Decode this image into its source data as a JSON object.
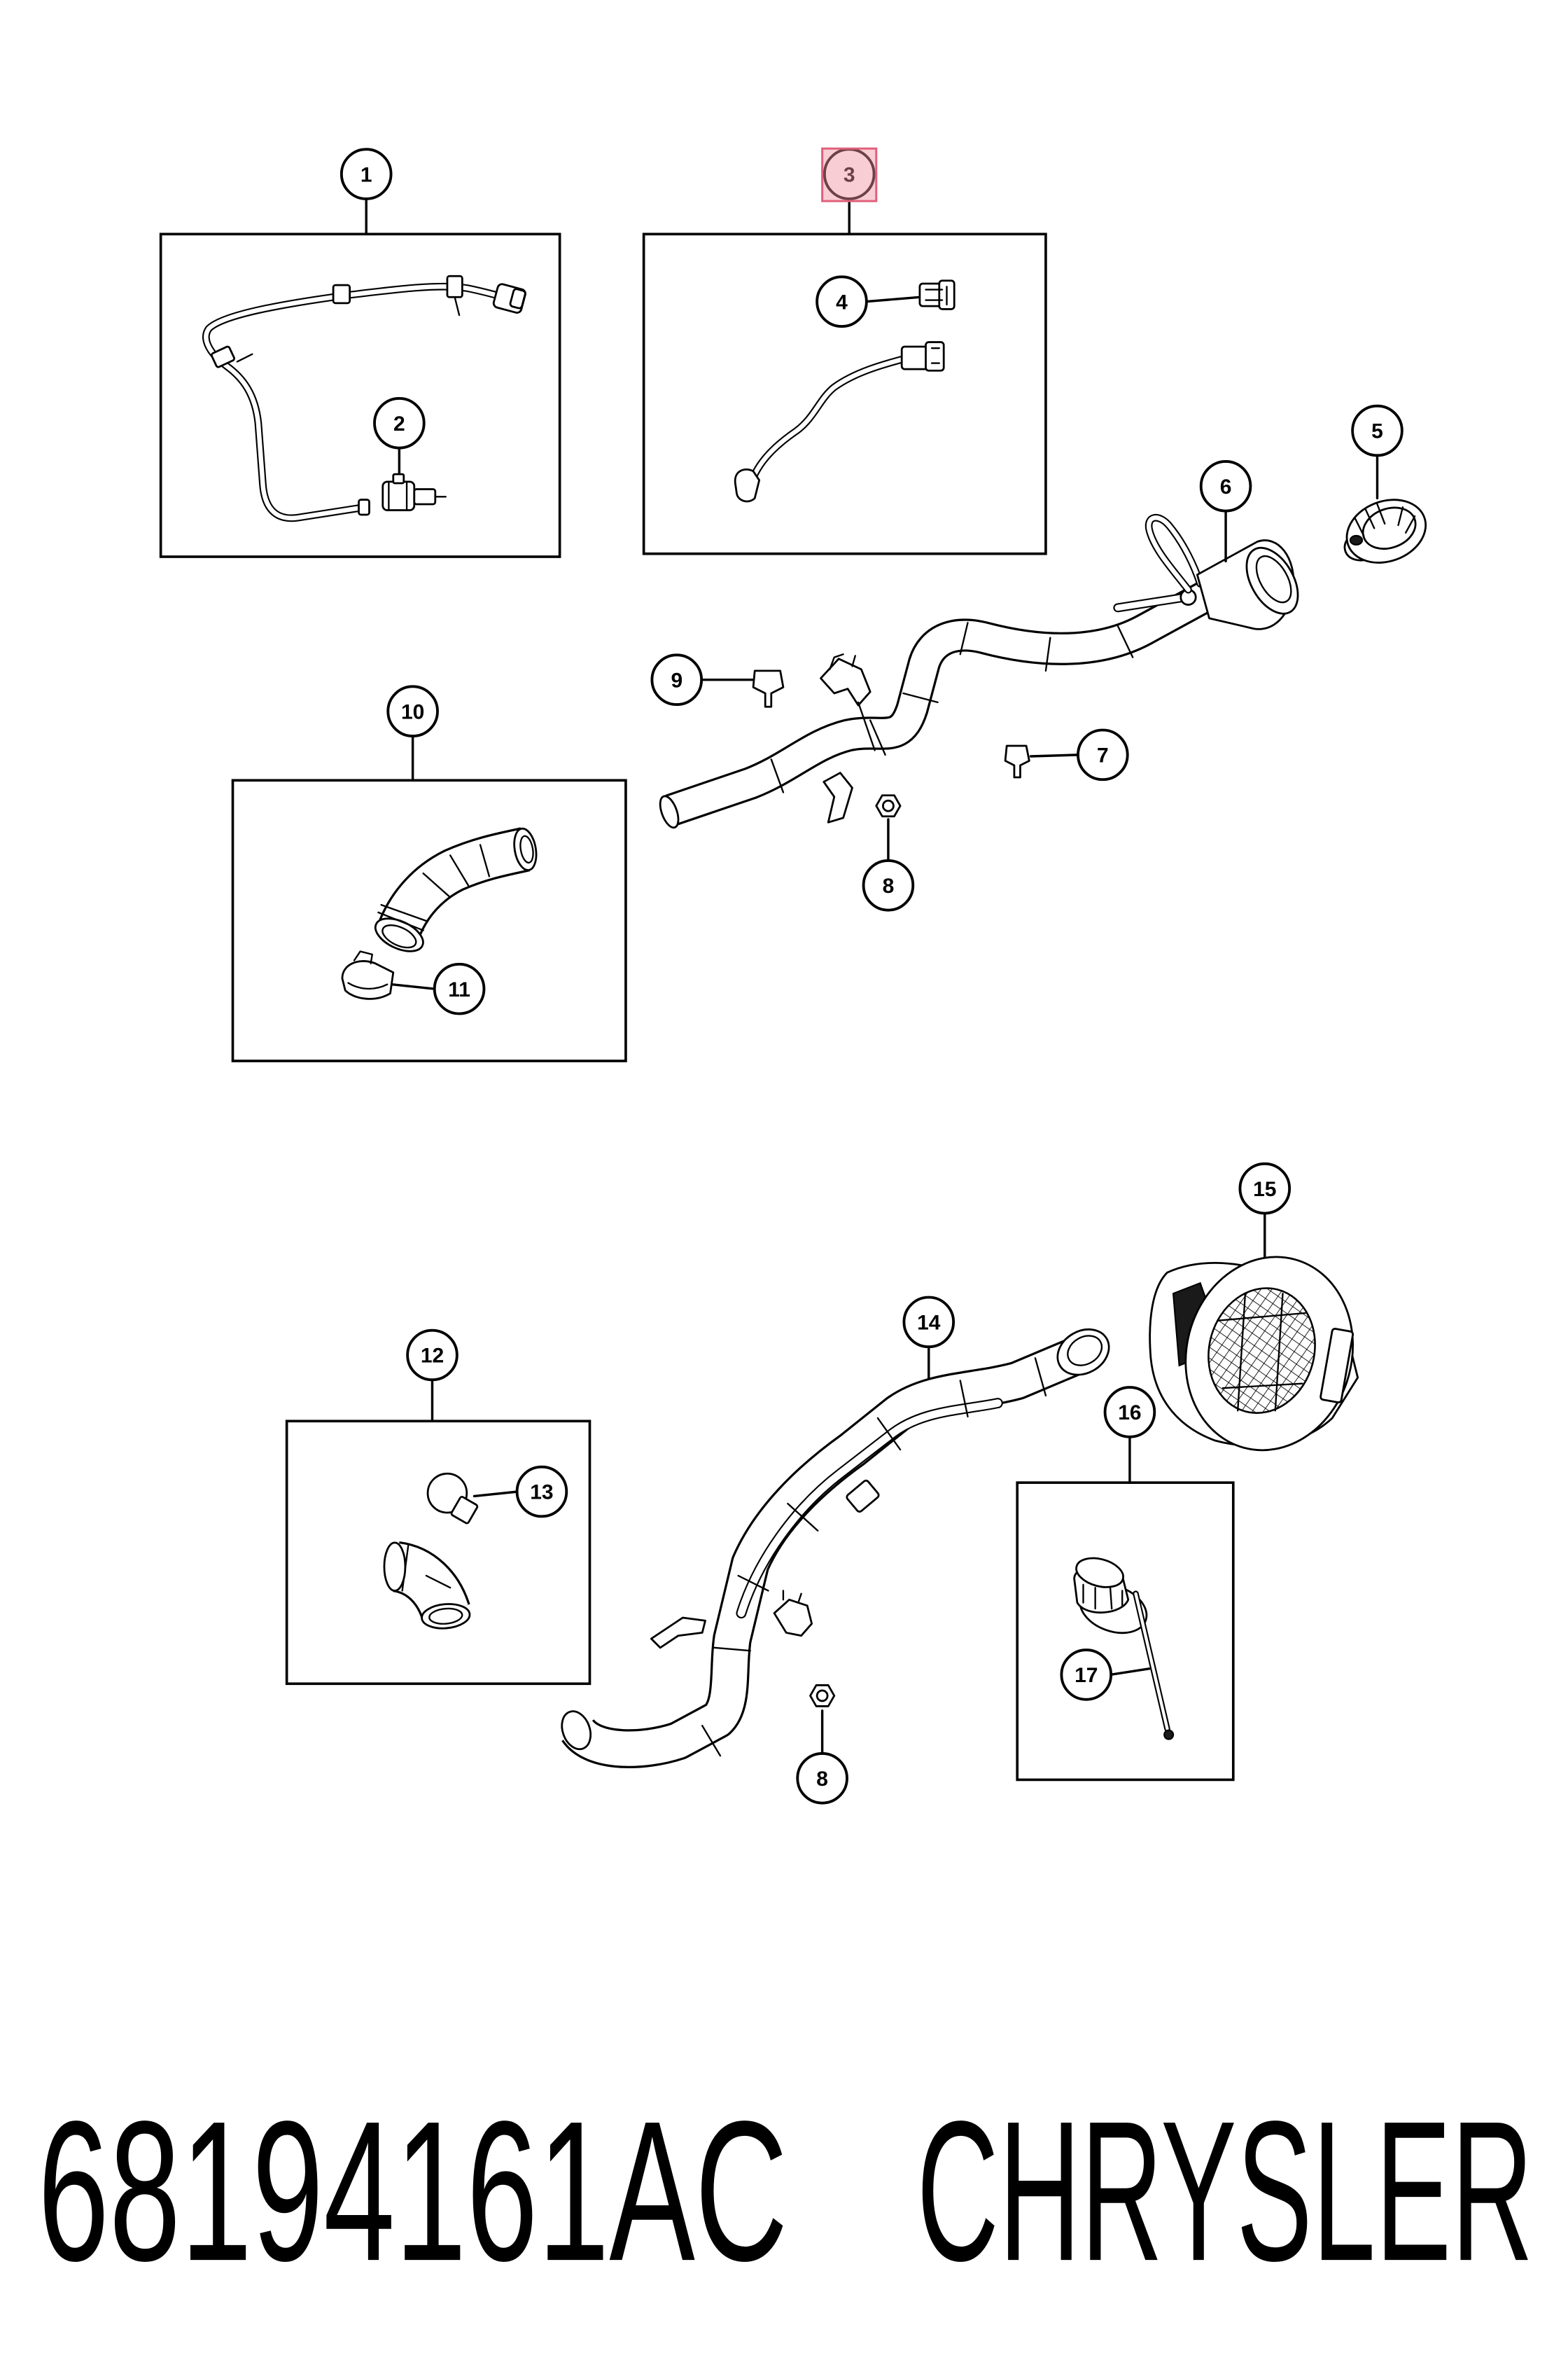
{
  "diagram": {
    "callouts": [
      "1",
      "2",
      "3",
      "4",
      "5",
      "6",
      "7",
      "8",
      "9",
      "10",
      "11",
      "12",
      "13",
      "14",
      "15",
      "16",
      "17",
      "8"
    ],
    "highlight": {
      "fill": "#f2909f",
      "stroke": "#e0607a"
    },
    "line_color": "#000000",
    "background": "#ffffff"
  },
  "footer": {
    "part_number": "68194161AC",
    "brand": "CHRYSLER"
  }
}
